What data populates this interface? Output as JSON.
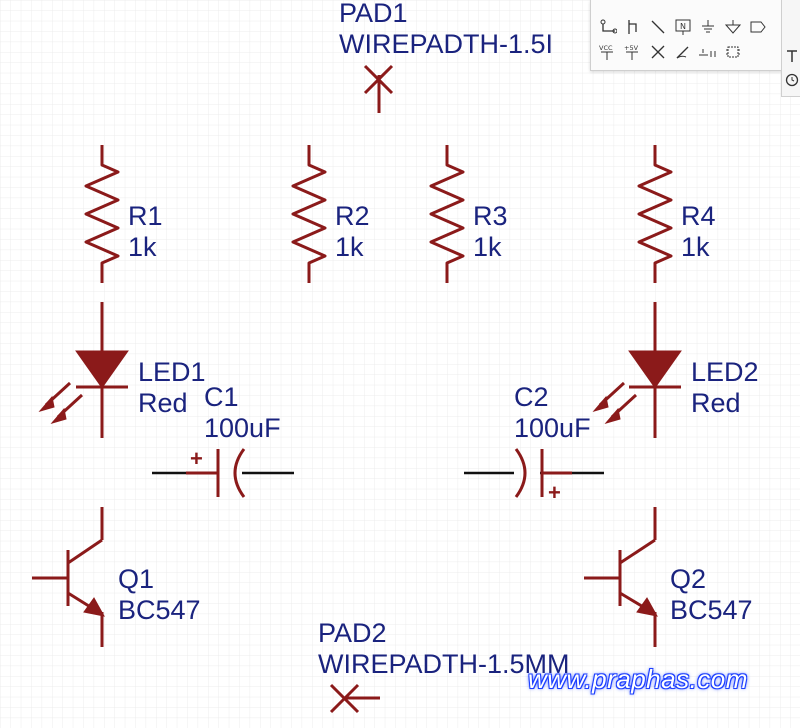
{
  "colors": {
    "wire": "#8b1a1a",
    "label": "#1a237e",
    "grid": "#ececec",
    "background": "#ffffff",
    "watermark": "#1e40ff"
  },
  "pads": [
    {
      "ref": "PAD1",
      "value": "WIREPADTH-1.5I"
    },
    {
      "ref": "PAD2",
      "value": "WIREPADTH-1.5MM"
    }
  ],
  "resistors": [
    {
      "ref": "R1",
      "value": "1k"
    },
    {
      "ref": "R2",
      "value": "1k"
    },
    {
      "ref": "R3",
      "value": "1k"
    },
    {
      "ref": "R4",
      "value": "1k"
    }
  ],
  "leds": [
    {
      "ref": "LED1",
      "value": "Red"
    },
    {
      "ref": "LED2",
      "value": "Red"
    }
  ],
  "capacitors": [
    {
      "ref": "C1",
      "value": "100uF",
      "polarity": "+"
    },
    {
      "ref": "C2",
      "value": "100uF",
      "polarity": "+"
    }
  ],
  "transistors": [
    {
      "ref": "Q1",
      "value": "BC547"
    },
    {
      "ref": "Q2",
      "value": "BC547"
    }
  ],
  "toolbar": {
    "row1_icons": [
      "wire-tool-icon",
      "bus-entry-icon",
      "line-icon",
      "net-label-icon",
      "ground-icon",
      "ground-triangle-icon",
      "port-icon"
    ],
    "row1_texts": {
      "net_label": "N"
    },
    "row2_icons": [
      "vcc-icon",
      "plus5v-icon",
      "no-connect-icon",
      "pen-icon",
      "pin-icon",
      "component-icon"
    ],
    "row2_texts": {
      "vcc": "VCC",
      "plus5v": "+5V"
    }
  },
  "sidebar": {
    "icons": [
      "text-icon",
      "clock-icon"
    ]
  },
  "watermark": "www.praphas.com"
}
